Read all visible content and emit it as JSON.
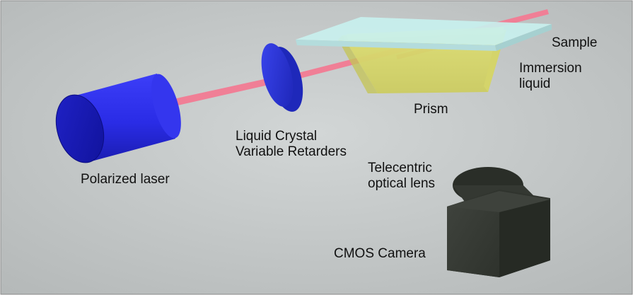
{
  "labels": {
    "laser": "Polarized laser",
    "lcvr": [
      "Liquid Crystal",
      "Variable Retarders"
    ],
    "sample": "Sample",
    "immersion": [
      "Immersion",
      "liquid"
    ],
    "prism": "Prism",
    "lens": [
      "Telecentric",
      "optical lens"
    ],
    "camera": "CMOS Camera"
  },
  "colors": {
    "background": "#c4c8c8",
    "laser_body": "#2a2cf0",
    "beam": "#f07f96",
    "retarder": "#2c36d8",
    "sample_plate": "#c4ecec",
    "prism": "#d8d870",
    "camera": "#3a3e38"
  }
}
